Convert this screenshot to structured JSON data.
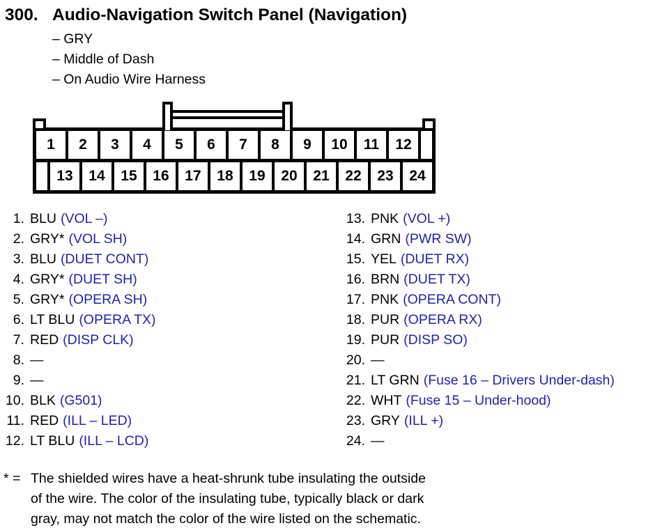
{
  "title": {
    "number": "300.",
    "text": "Audio-Navigation Switch Panel (Navigation)"
  },
  "bullets": [
    "– GRY",
    "– Middle of Dash",
    "– On Audio Wire Harness"
  ],
  "connector": {
    "top_row": [
      "1",
      "2",
      "3",
      "4",
      "5",
      "6",
      "7",
      "8",
      "9",
      "10",
      "11",
      "12"
    ],
    "bottom_row": [
      "13",
      "14",
      "15",
      "16",
      "17",
      "18",
      "19",
      "20",
      "21",
      "22",
      "23",
      "24"
    ]
  },
  "pins_left": [
    {
      "num": "1.",
      "color": "BLU",
      "function": "(VOL –)"
    },
    {
      "num": "2.",
      "color": "GRY*",
      "function": "(VOL SH)"
    },
    {
      "num": "3.",
      "color": "BLU",
      "function": "(DUET CONT)"
    },
    {
      "num": "4.",
      "color": "GRY*",
      "function": "(DUET SH)"
    },
    {
      "num": "5.",
      "color": "GRY*",
      "function": "(OPERA SH)"
    },
    {
      "num": "6.",
      "color": "LT BLU",
      "function": "(OPERA TX)"
    },
    {
      "num": "7.",
      "color": "RED",
      "function": "(DISP CLK)"
    },
    {
      "num": "8.",
      "color": "—",
      "function": ""
    },
    {
      "num": "9.",
      "color": "—",
      "function": ""
    },
    {
      "num": "10.",
      "color": "BLK",
      "function": "(G501)"
    },
    {
      "num": "11.",
      "color": "RED",
      "function": "(ILL – LED)"
    },
    {
      "num": "12.",
      "color": "LT BLU",
      "function": "(ILL – LCD)"
    }
  ],
  "pins_right": [
    {
      "num": "13.",
      "color": "PNK",
      "function": "(VOL +)"
    },
    {
      "num": "14.",
      "color": "GRN",
      "function": "(PWR SW)"
    },
    {
      "num": "15.",
      "color": "YEL",
      "function": "(DUET RX)"
    },
    {
      "num": "16.",
      "color": "BRN",
      "function": "(DUET TX)"
    },
    {
      "num": "17.",
      "color": "PNK",
      "function": "(OPERA CONT)"
    },
    {
      "num": "18.",
      "color": "PUR",
      "function": "(OPERA RX)"
    },
    {
      "num": "19.",
      "color": "PUR",
      "function": "(DISP SO)"
    },
    {
      "num": "20.",
      "color": "—",
      "function": ""
    },
    {
      "num": "21.",
      "color": "LT GRN",
      "function": "(Fuse 16 – Drivers Under-dash)"
    },
    {
      "num": "22.",
      "color": "WHT",
      "function": "(Fuse 15 – Under-hood)"
    },
    {
      "num": "23.",
      "color": "GRY",
      "function": "(ILL +)"
    },
    {
      "num": "24.",
      "color": "—",
      "function": ""
    }
  ],
  "footnote": {
    "marker": "* =",
    "lines": [
      "The shielded wires have a heat-shrunk tube insulating the outside",
      "of the wire. The color of the insulating tube, typically black or dark",
      "gray, may not match the color of the wire listed on the schematic."
    ]
  },
  "colors": {
    "function_blue": "#2222aa",
    "ink": "#000000",
    "background": "#ffffff"
  }
}
